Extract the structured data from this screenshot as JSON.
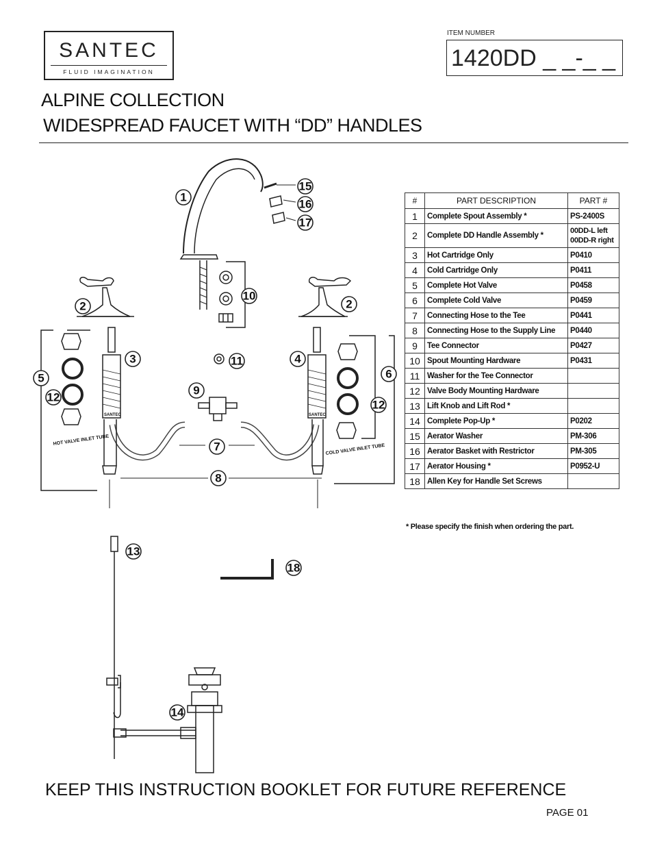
{
  "brand": {
    "name": "SANTEC",
    "tagline": "FLUID IMAGINATION"
  },
  "item": {
    "label": "ITEM NUMBER",
    "value": "1420DD _ _-_ _"
  },
  "title": {
    "line1": "ALPINE COLLECTION",
    "line2": "WIDESPREAD FAUCET WITH “DD” HANDLES"
  },
  "parts_table": {
    "headers": [
      "#",
      "PART  DESCRIPTION",
      "PART #"
    ],
    "rows": [
      {
        "num": "1",
        "description": "Complete Spout Assembly  *",
        "part": "PS-2400S"
      },
      {
        "num": "2",
        "description": "Complete DD Handle Assembly *",
        "part": "00DD-L left\n00DD-R right"
      },
      {
        "num": "3",
        "description": "Hot Cartridge Only",
        "part": "P0410"
      },
      {
        "num": "4",
        "description": "Cold Cartridge Only",
        "part": "P0411"
      },
      {
        "num": "5",
        "description": "Complete Hot Valve",
        "part": "P0458"
      },
      {
        "num": "6",
        "description": "Complete Cold Valve",
        "part": "P0459"
      },
      {
        "num": "7",
        "description": "Connecting Hose to the Tee",
        "part": "P0441"
      },
      {
        "num": "8",
        "description": "Connecting Hose to the Supply Line",
        "part": "P0440"
      },
      {
        "num": "9",
        "description": "Tee Connector",
        "part": "P0427"
      },
      {
        "num": "10",
        "description": "Spout Mounting Hardware",
        "part": "P0431"
      },
      {
        "num": "11",
        "description": "Washer for the Tee Connector",
        "part": ""
      },
      {
        "num": "12",
        "description": "Valve Body Mounting Hardware",
        "part": ""
      },
      {
        "num": "13",
        "description": "Lift Knob and Lift Rod *",
        "part": ""
      },
      {
        "num": "14",
        "description": "Complete Pop-Up *",
        "part": "P0202"
      },
      {
        "num": "15",
        "description": "Aerator Washer",
        "part": "PM-306"
      },
      {
        "num": "16",
        "description": "Aerator Basket with Restrictor",
        "part": "PM-305"
      },
      {
        "num": "17",
        "description": "Aerator Housing *",
        "part": "P0952-U"
      },
      {
        "num": "18",
        "description": "Allen Key for Handle Set Screws",
        "part": ""
      }
    ]
  },
  "note": "* Please specify the finish when ordering the part.",
  "diagram": {
    "callouts": [
      "1",
      "2",
      "2",
      "3",
      "4",
      "5",
      "6",
      "7",
      "8",
      "9",
      "10",
      "11",
      "12",
      "12",
      "13",
      "14",
      "15",
      "16",
      "17",
      "18"
    ],
    "tube_labels": {
      "hot": "HOT VALVE INLET TUBE",
      "cold": "COLD VALVE INLET TUBE",
      "valve_brand": "SANTEC"
    }
  },
  "footer": {
    "keep": "KEEP THIS INSTRUCTION BOOKLET FOR FUTURE REFERENCE",
    "page": "PAGE  01"
  }
}
